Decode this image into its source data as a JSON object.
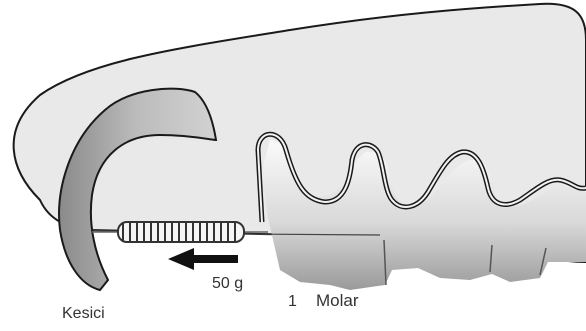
{
  "labels": {
    "incisor": "Kesici",
    "force": "50 g",
    "molar_number": "1",
    "molar_word": "Molar"
  },
  "colors": {
    "jaw_fill": "#e9e9e9",
    "incisor_fill": "#bdbdbd",
    "spring": "#333333",
    "arrow": "#111111",
    "outline": "#1a1a1a",
    "label_text": "#333333"
  }
}
